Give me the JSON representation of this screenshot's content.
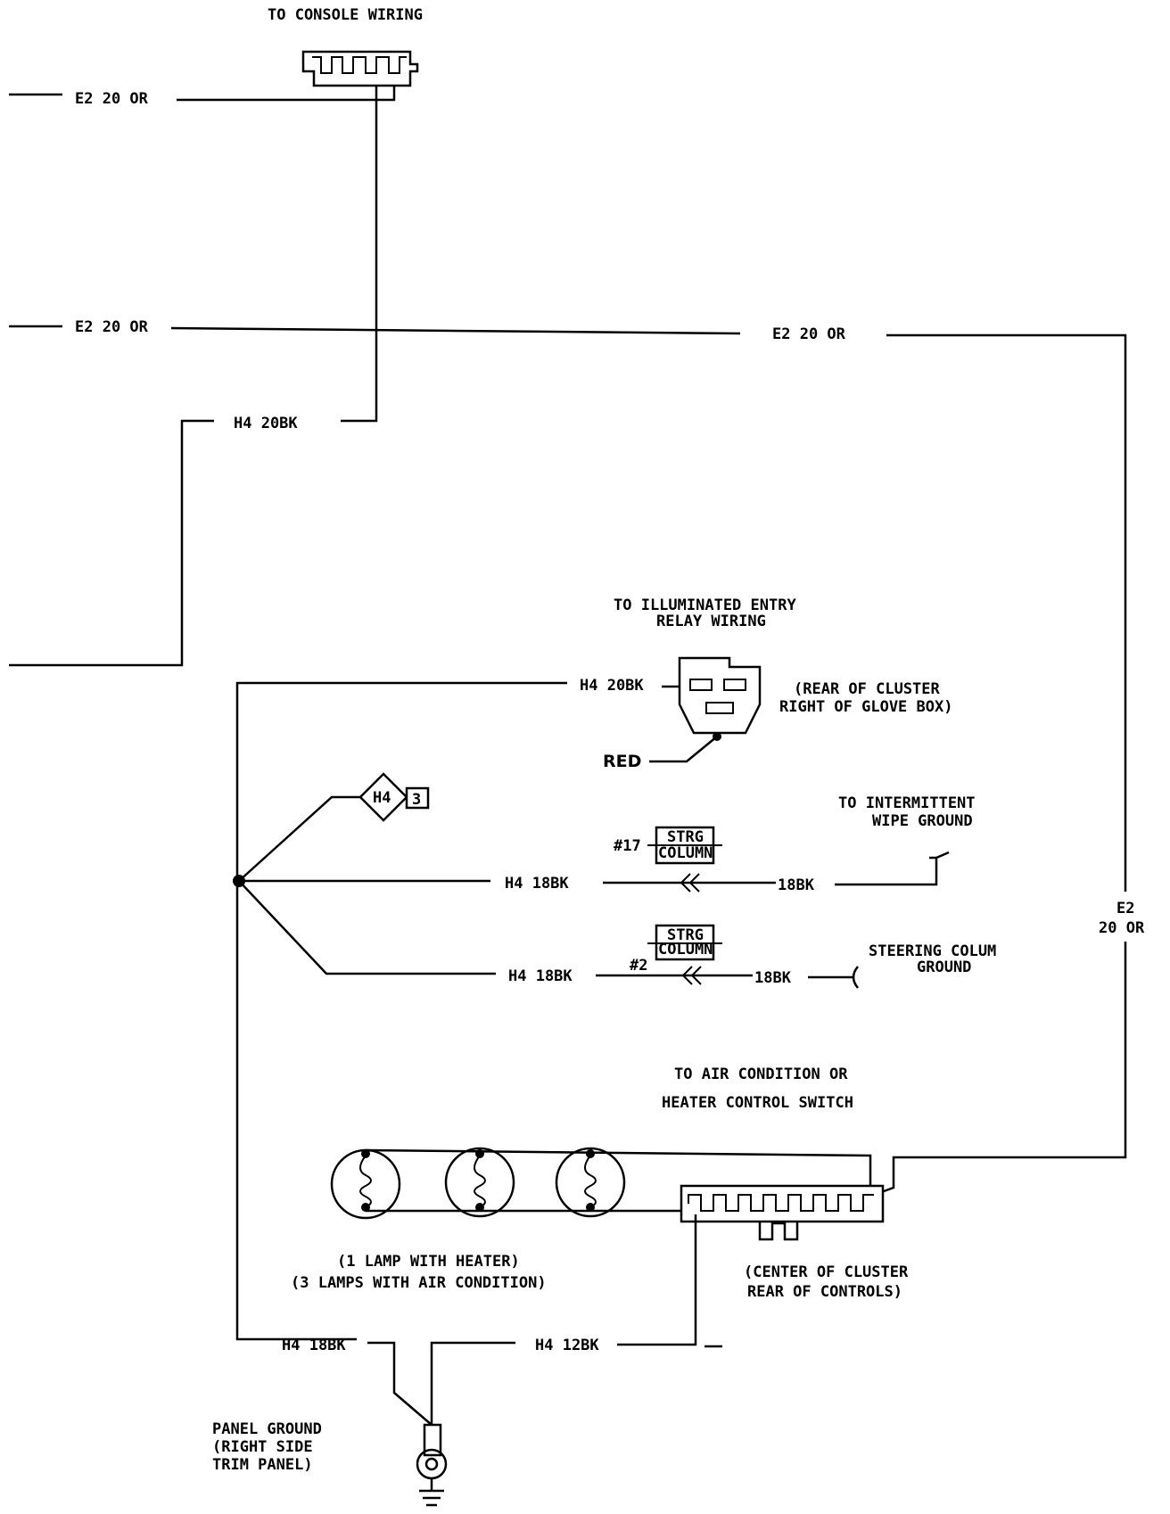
{
  "labels": {
    "console_wiring": "TO CONSOLE WIRING",
    "e2_20or_a": "E2 20 OR",
    "e2_20or_b": "E2 20 OR",
    "e2_20or_c": "E2 20 OR",
    "h4_20bk_top": "H4 20BK",
    "illum_entry_1": "TO ILLUMINATED ENTRY",
    "illum_entry_2": "RELAY WIRING",
    "h4_20bk_mid": "H4 20BK",
    "rear_cluster_1": "(REAR OF CLUSTER",
    "rear_cluster_2": "RIGHT OF GLOVE BOX)",
    "red": "RED",
    "splice_id": "H4",
    "splice_num": "3",
    "intermittent_1": "TO INTERMITTENT",
    "intermittent_2": "WIPE GROUND",
    "pin17": "#17",
    "strg_col_1a": "STRG",
    "strg_col_1b": "COLUMN",
    "h4_18bk_a": "H4 18BK",
    "bk18_a": "18BK",
    "e2_side_1": "E2",
    "e2_side_2": "20 OR",
    "strg_col_2a": "STRG",
    "strg_col_2b": "COLUMN",
    "pin2": "#2",
    "steering_ground_1": "STEERING COLUM",
    "steering_ground_2": "GROUND",
    "h4_18bk_b": "H4 18BK",
    "bk18_b": "18BK",
    "ac_switch_1": "TO AIR CONDITION OR",
    "ac_switch_2": "HEATER CONTROL SWITCH",
    "lamp_note_1": "(1 LAMP WITH HEATER)",
    "lamp_note_2": "(3 LAMPS WITH AIR CONDITION)",
    "center_cluster_1": "(CENTER OF CLUSTER",
    "center_cluster_2": "REAR OF CONTROLS)",
    "h4_18bk_c": "H4 18BK",
    "h4_12bk": "H4 12BK",
    "panel_ground_1": "PANEL GROUND",
    "panel_ground_2": "(RIGHT SIDE",
    "panel_ground_3": "TRIM PANEL)"
  }
}
